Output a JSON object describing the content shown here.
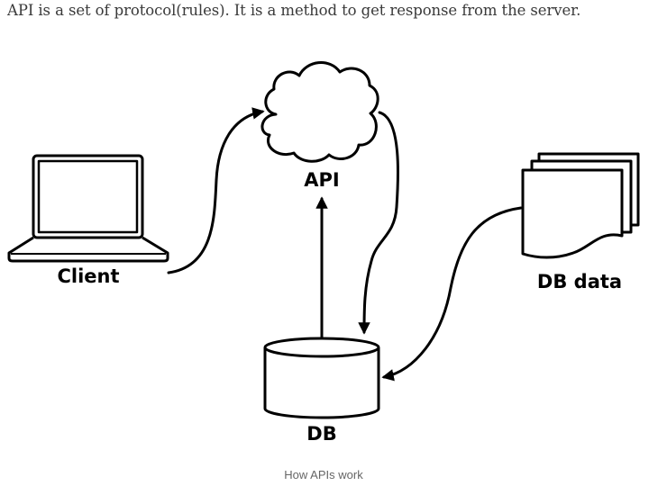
{
  "intro_text": "API is a set of protocol(rules). It is a method to get response from the server.",
  "diagram": {
    "nodes": {
      "client": {
        "label": "Client",
        "icon": "laptop-icon"
      },
      "api": {
        "label": "API",
        "icon": "cloud-icon"
      },
      "db": {
        "label": "DB",
        "icon": "database-icon"
      },
      "db_data": {
        "label": "DB data",
        "icon": "documents-icon"
      }
    },
    "edges": [
      {
        "from": "Client",
        "to": "API"
      },
      {
        "from": "API",
        "to": "DB"
      },
      {
        "from": "DB",
        "to": "API"
      },
      {
        "from": "DB data",
        "to": "DB"
      }
    ]
  },
  "caption": "How APIs work"
}
